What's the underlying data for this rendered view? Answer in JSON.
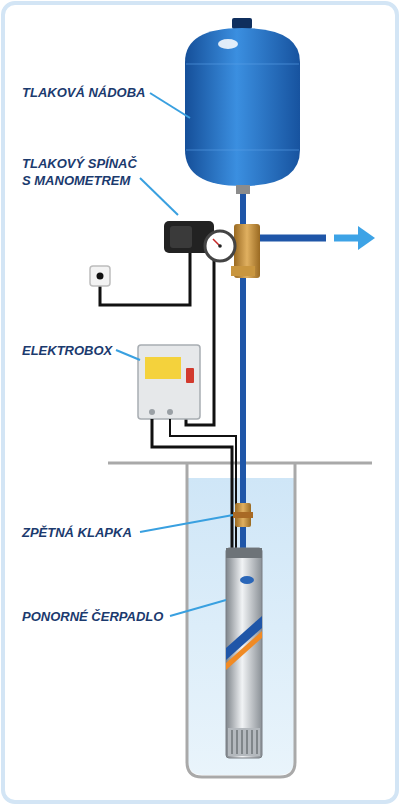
{
  "diagram": {
    "labels": [
      "TLAKOVÁ NÁDOBA",
      "TLAKOVÝ SPÍNAČ S MANOMETREM",
      "ELEKTROBOX",
      "ZPĚTNÁ KLAPKA",
      "PONORNÉ ČERPADLO"
    ]
  }
}
